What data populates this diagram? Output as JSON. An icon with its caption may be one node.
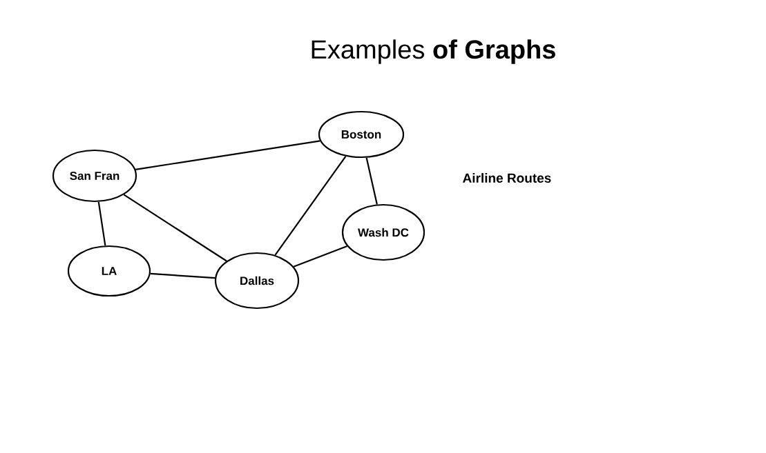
{
  "diagram": {
    "title": "Examples **of Graphs**",
    "nodes": [
      {
        "text": [
          "San Fran"
        ]
      },
      {
        "text": [
          "Boston"
        ]
      },
      {
        "text": [
          "Wash DC"
        ]
      },
      {
        "text": [
          "LA"
        ]
      },
      {
        "text": [
          "Dallas"
        ]
      }
    ],
    "edges": [
      {
        "from": 0,
        "to": 1,
        "arrow": "none"
      },
      {
        "from": 0,
        "to": 3,
        "arrow": "none"
      },
      {
        "from": 0,
        "to": 4,
        "arrow": "none"
      },
      {
        "from": 1,
        "to": 4,
        "arrow": "none"
      },
      {
        "from": 1,
        "to": 2,
        "arrow": "none"
      },
      {
        "from": 3,
        "to": 4,
        "arrow": "none"
      },
      {
        "from": 4,
        "to": 2,
        "arrow": "none"
      }
    ],
    "labels": [
      "Airline Routes"
    ]
  }
}
